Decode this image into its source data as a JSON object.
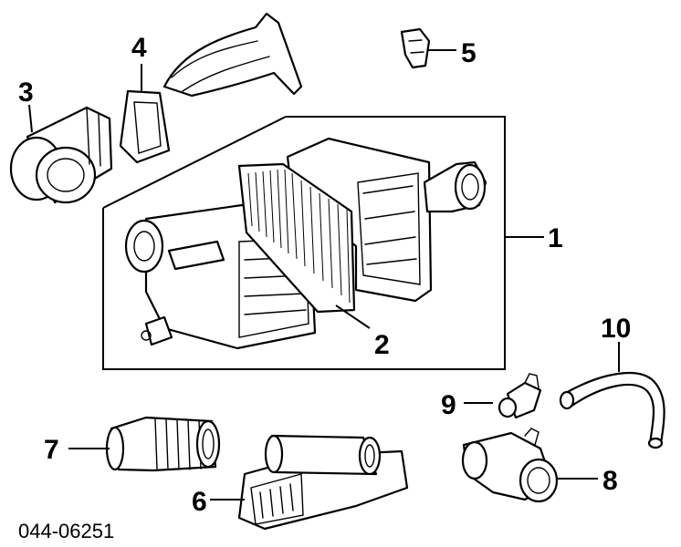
{
  "callouts": [
    "1",
    "2",
    "3",
    "4",
    "5",
    "6",
    "7",
    "8",
    "9",
    "10"
  ],
  "diagram_code": "044-06251"
}
